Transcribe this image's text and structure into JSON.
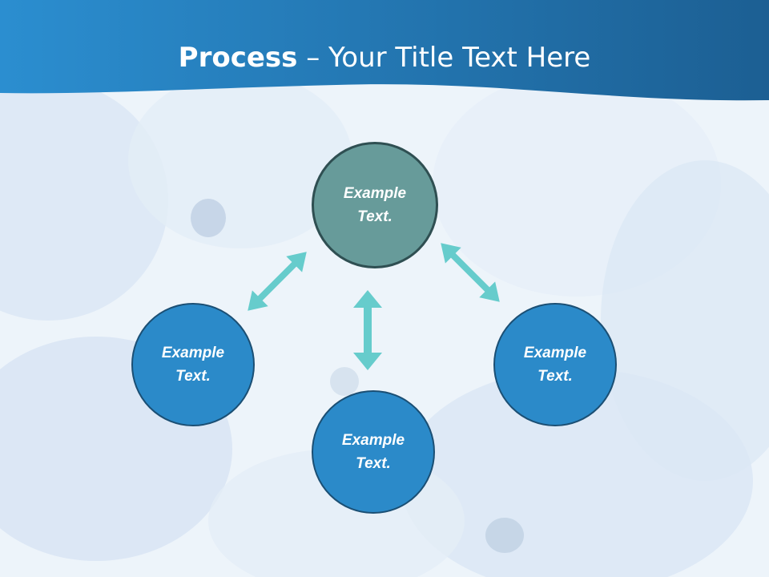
{
  "title": {
    "bold": "Process",
    "dash": " – ",
    "rest": "Your Title Text Here"
  },
  "nodes": [
    {
      "line1": "Example",
      "line2": "Text."
    },
    {
      "line1": "Example",
      "line2": "Text."
    },
    {
      "line1": "Example",
      "line2": "Text."
    },
    {
      "line1": "Example",
      "line2": "Text."
    }
  ],
  "colors": {
    "header": "#1f78b4",
    "center_node": "#679b9a",
    "outer_node": "#2b8ac9",
    "arrow": "#66cccc"
  }
}
